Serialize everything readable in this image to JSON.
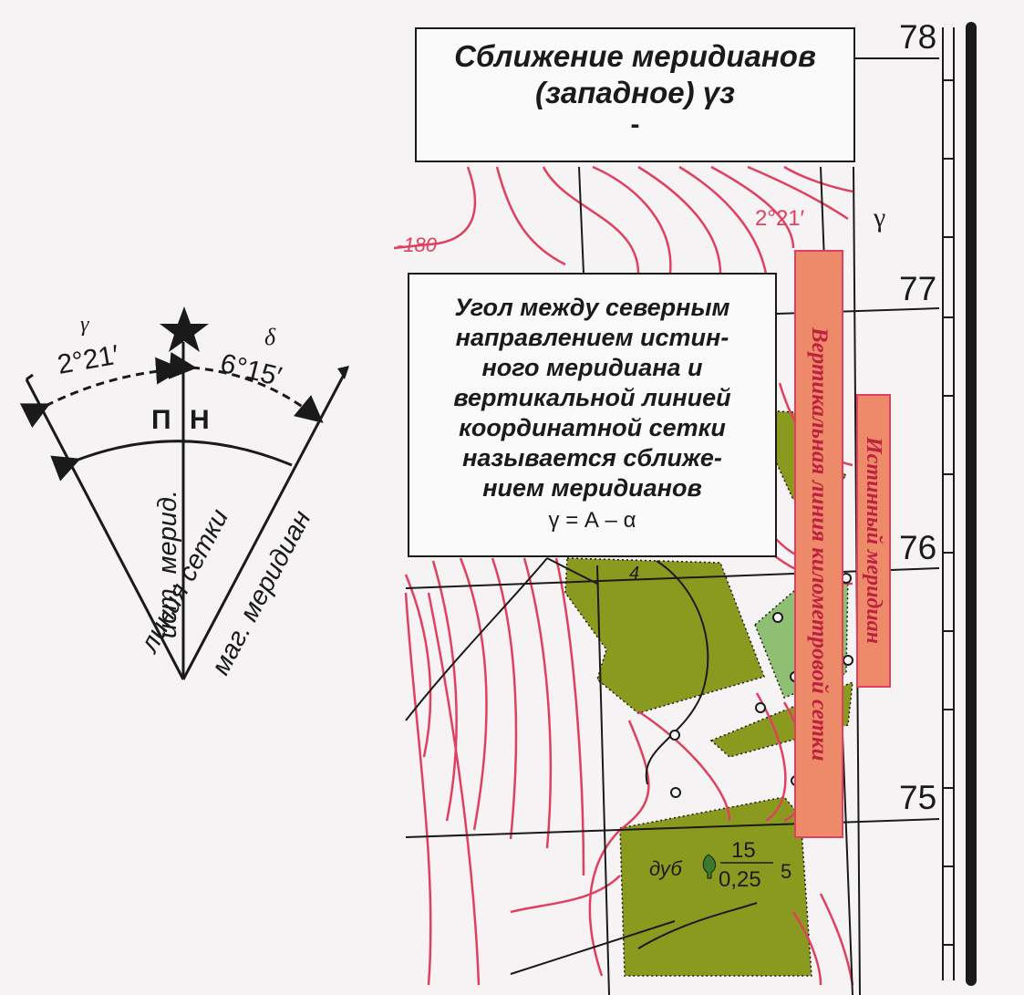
{
  "title_box": {
    "line1": "Сближение меридианов",
    "line2": "(западное) γз",
    "line3": "-"
  },
  "definition_box": {
    "lines": [
      "Угол между северным",
      "направлением истин-",
      "ного меридиана и",
      "вертикальной линией",
      "координатной сетки",
      "называется сближе-",
      "нием меридианов"
    ],
    "formula": "γ = А – α"
  },
  "vertical_labels": {
    "km_grid_line": "Вертикальная линия километровой сетки",
    "true_meridian": "Истинный меридиан"
  },
  "grid_numbers": [
    "78",
    "77",
    "76",
    "75"
  ],
  "map_labels": {
    "contour_value": "-180",
    "angle_value": "2°21′",
    "gamma": "γ",
    "forest_number": "4",
    "tree_species": "дуб",
    "tree_height": "15",
    "tree_diameter": "0,25",
    "tree_spacing": "5"
  },
  "diagram": {
    "gamma_symbol": "γ",
    "gamma_value": "2°21′",
    "delta_symbol": "δ",
    "delta_value": "6°15′",
    "true_north_letter": "П",
    "magnetic_north_letter": "Н",
    "grid_line_label": "линия сетки",
    "true_meridian_label": "ист. мерид.",
    "magnetic_meridian_label": "маг. меридиан"
  },
  "colors": {
    "contour": "#e0405f",
    "forest": "#8a9a1f",
    "meadow": "#8fbf72",
    "label_fill": "#ec8a6a",
    "ink": "#1a1a1a"
  }
}
